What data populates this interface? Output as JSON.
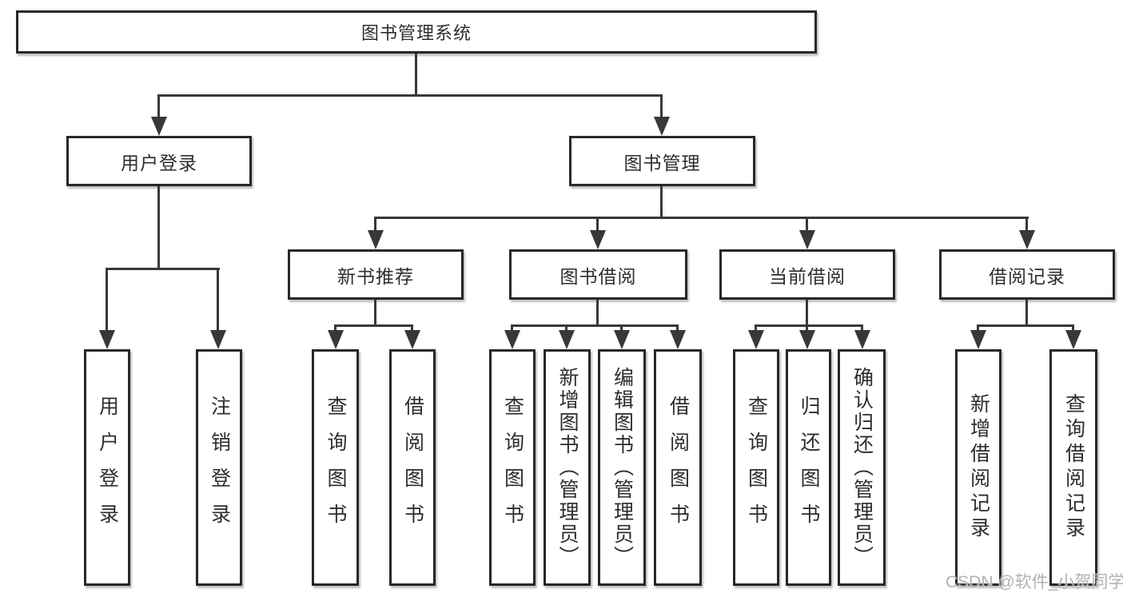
{
  "diagram": {
    "root": {
      "label": "图书管理系统"
    },
    "branches": [
      {
        "label": "用户登录",
        "children": [
          {
            "label": "用户登录"
          },
          {
            "label": "注销登录"
          }
        ]
      },
      {
        "label": "图书管理",
        "children": [
          {
            "label": "新书推荐",
            "children": [
              {
                "label": "查询图书"
              },
              {
                "label": "借阅图书"
              }
            ]
          },
          {
            "label": "图书借阅",
            "children": [
              {
                "label": "查询图书"
              },
              {
                "label": "新增图书（管理员）"
              },
              {
                "label": "编辑图书（管理员）"
              },
              {
                "label": "借阅图书"
              }
            ]
          },
          {
            "label": "当前借阅",
            "children": [
              {
                "label": "查询图书"
              },
              {
                "label": "归还图书"
              },
              {
                "label": "确认归还（管理员）"
              }
            ]
          },
          {
            "label": "借阅记录",
            "children": [
              {
                "label": "新增借阅记录"
              },
              {
                "label": "查询借阅记录"
              }
            ]
          }
        ]
      }
    ]
  },
  "watermark": {
    "text": "CSDN @软件_小贺同学"
  },
  "colors": {
    "background": "#ffffff",
    "border": "#282828",
    "line": "#383838",
    "text": "#2d2d2d",
    "watermark": "#b2b2b2"
  }
}
